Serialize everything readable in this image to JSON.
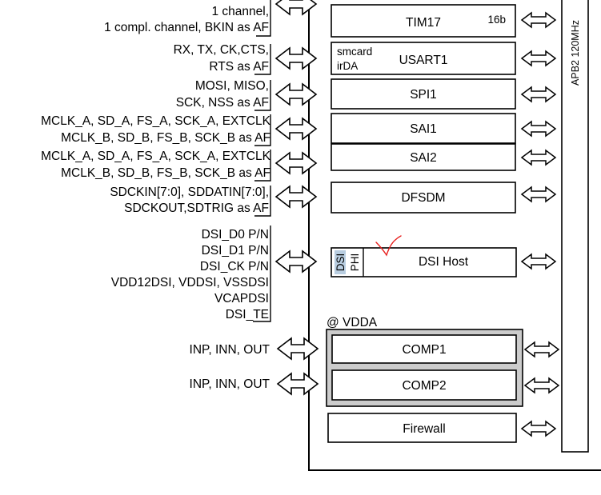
{
  "colors": {
    "line": "#000000",
    "comp_group_fill": "#cccccc",
    "dsi_highlight": "#b8cde0",
    "annotation": "#e8201e"
  },
  "bus": {
    "label": "APB2 120MHz"
  },
  "signals": {
    "tim17": [
      "1 channel,",
      "1 compl. channel, BKIN as AF"
    ],
    "usart1": [
      "RX, TX, CK,CTS,",
      "RTS as AF"
    ],
    "spi1": [
      "MOSI, MISO,",
      "SCK, NSS as AF"
    ],
    "sai1": [
      "MCLK_A, SD_A, FS_A, SCK_A, EXTCLK",
      "MCLK_B, SD_B, FS_B, SCK_B as AF"
    ],
    "sai2": [
      "MCLK_A, SD_A, FS_A, SCK_A, EXTCLK",
      "MCLK_B, SD_B, FS_B, SCK_B as AF"
    ],
    "dfsdm": [
      "SDCKIN[7:0], SDDATIN[7:0],",
      "SDCKOUT,SDTRIG as AF"
    ],
    "dsi": [
      "DSI_D0 P/N",
      "DSI_D1 P/N",
      "DSI_CK P/N",
      "VDD12DSI, VDDSI, VSSDSI",
      "VCAPDSI",
      "DSI_TE"
    ],
    "comp1": "INP, INN, OUT",
    "comp2": "INP, INN, OUT"
  },
  "blocks": {
    "tim17": {
      "label": "TIM17",
      "sub": "16b"
    },
    "usart1": {
      "label": "USART1",
      "sub1": "smcard",
      "sub2": "irDA"
    },
    "spi1": {
      "label": "SPI1"
    },
    "sai1": {
      "label": "SAI1"
    },
    "sai2": {
      "label": "SAI2"
    },
    "dfsdm": {
      "label": "DFSDM"
    },
    "dsi_host": {
      "label": "DSI Host",
      "sub1": "DSI",
      "sub2": "PHI"
    },
    "comp_group": {
      "label": "@ VDDA"
    },
    "comp1": {
      "label": "COMP1"
    },
    "comp2": {
      "label": "COMP2"
    },
    "firewall": {
      "label": "Firewall"
    }
  }
}
